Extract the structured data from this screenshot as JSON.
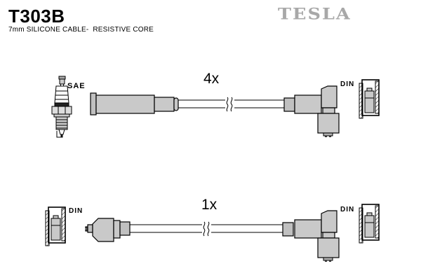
{
  "header": {
    "product_code": "T303B",
    "subtitle": "7mm SILICONE CABLE-  RESISTIVE CORE",
    "brand_logo": "TESLA"
  },
  "diagram": {
    "rows": [
      {
        "quantity": "4x",
        "left_end": {
          "type": "spark-plug SAE straight boot",
          "label": "SAE"
        },
        "right_end": {
          "type": "angled boot with DIN terminal",
          "label": "DIN"
        }
      },
      {
        "quantity": "1x",
        "left_end": {
          "type": "straight boot with DIN terminal",
          "label": "DIN"
        },
        "right_end": {
          "type": "angled boot with DIN terminal",
          "label": "DIN"
        }
      }
    ]
  },
  "colors": {
    "brand_grey": "#a8a8a8",
    "drawing_fill": "#c9c9c9",
    "ferrule_fill": "#c0c0c0",
    "outline": "#000000"
  }
}
